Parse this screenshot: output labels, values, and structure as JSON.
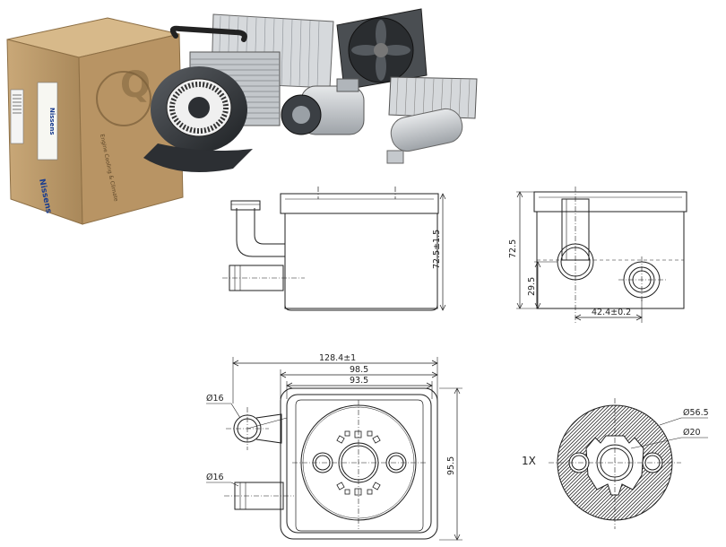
{
  "colors": {
    "line": "#1f1f1f",
    "dim_line": "#333333",
    "box_cardboard": "#b89868",
    "box_dark": "#8d6f45",
    "metal": "#c8ccd0",
    "metal_dark": "#6f757b",
    "seal_gray": "#9a9a9a"
  },
  "photo": {
    "brand_label": "Nissens",
    "brand_side": "Nissens",
    "box_text": "Engine Cooling & Climate"
  },
  "drawing": {
    "side_view": {
      "height_dim": "72.5±1.5"
    },
    "end_view": {
      "height_dim": "72.5",
      "lower_dim": "29.5",
      "spacing_dim": "42.4±0.2"
    },
    "top_view": {
      "overall_width": "128.4±1",
      "plate_width": "98.5",
      "inner_width": "93.5",
      "height_dim": "95.5",
      "port_top_dia": "Ø16",
      "port_bottom_dia": "Ø16"
    },
    "seal": {
      "quantity": "1X",
      "outer_dia": "Ø56.5",
      "inner_dia": "Ø20"
    }
  }
}
